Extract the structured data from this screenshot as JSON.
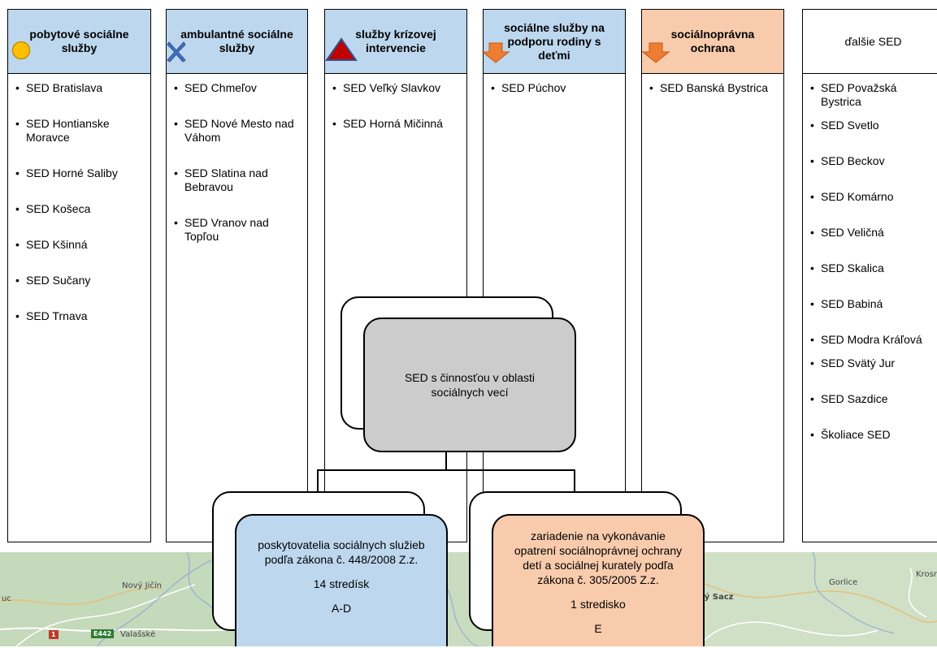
{
  "columns": [
    {
      "title": "pobytové sociálne služby",
      "icon": "yellow-circle-icon",
      "items": [
        "SED Bratislava",
        "SED Hontianske Moravce",
        "SED Horné Saliby",
        "SED Košeca",
        "SED Kšinná",
        "SED Sučany",
        "SED Trnava"
      ]
    },
    {
      "title": "ambulantné sociálne služby",
      "icon": "blue-x-icon",
      "items": [
        "SED Chmeľov",
        "SED Nové Mesto nad Váhom",
        "SED Slatina nad Bebravou",
        "SED Vranov nad Topľou"
      ]
    },
    {
      "title": "služby krízovej intervencie",
      "icon": "red-triangle-icon",
      "items": [
        "SED Veľký Slavkov",
        "SED Horná Mičinná"
      ]
    },
    {
      "title": "sociálne služby na podporu rodiny s deťmi",
      "icon": "orange-down-arrow-icon",
      "items": [
        "SED Púchov"
      ]
    },
    {
      "title": "sociálnoprávna ochrana",
      "icon": "orange-down-arrow-icon",
      "items": [
        "SED Banská Bystrica"
      ]
    },
    {
      "title": "ďalšie SED",
      "icon": "",
      "items": [
        "SED Považská Bystrica",
        "SED Svetlo",
        "SED Beckov",
        "SED Komárno",
        "SED Veličná",
        "SED Skalica",
        "SED Babiná",
        "SED Modra Kráľová",
        "SED Svätý Jur",
        "SED Sazdice",
        "Školiace SED"
      ]
    }
  ],
  "colors": {
    "header_blue": "#bdd7ee",
    "header_orange": "#f8cbad",
    "center_gray": "#cccccc",
    "icon_yellow": "#ffc000",
    "icon_blue": "#4472c4",
    "icon_red": "#c00000",
    "icon_orange": "#ed7d31"
  },
  "center": {
    "text": "SED s činnosťou v oblasti sociálnych vecí"
  },
  "left_node": {
    "text": "poskytovatelia sociálnych služieb podľa zákona č. 448/2008 Z.z.",
    "count": "14 stredísk",
    "code": "A-D"
  },
  "right_node": {
    "text": "zariadenie na vykonávanie opatrení sociálnoprávnej ochrany detí a sociálnej kuratel​y podľa zákona č. 305/2005 Z.z.",
    "count": "1 stredisko",
    "code": "E"
  },
  "map": {
    "labels": [
      "Nový Jičín",
      "Valašské",
      "Nový Sacz",
      "Gorlice",
      "Krosr",
      "uc"
    ],
    "badges": [
      "1",
      "E442"
    ]
  }
}
